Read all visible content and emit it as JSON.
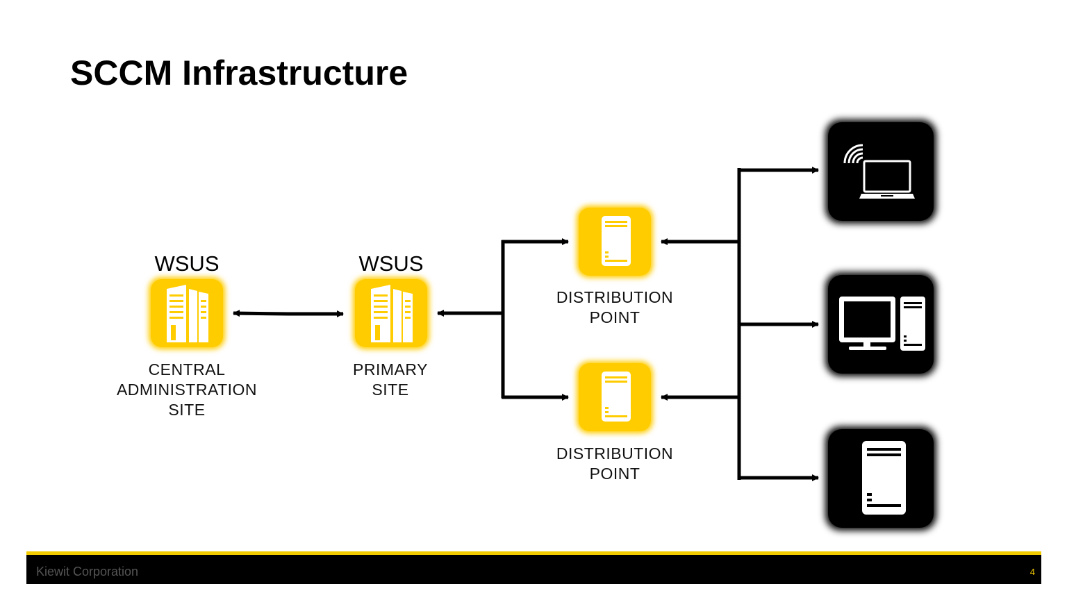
{
  "slide": {
    "title": "SCCM Infrastructure",
    "page_number": "4"
  },
  "footer": {
    "company": "Kiewit Corporation"
  },
  "nodes": {
    "cas": {
      "top_label": "WSUS",
      "label_lines": [
        "CENTRAL",
        "ADMINISTRATION",
        "SITE"
      ],
      "icon": "server-rack-icon"
    },
    "primary": {
      "top_label": "WSUS",
      "label_lines": [
        "PRIMARY",
        "SITE"
      ],
      "icon": "server-rack-icon"
    },
    "dp1": {
      "label_lines": [
        "DISTRIBUTION",
        "POINT"
      ],
      "icon": "server-tower-icon"
    },
    "dp2": {
      "label_lines": [
        "DISTRIBUTION",
        "POINT"
      ],
      "icon": "server-tower-icon"
    },
    "clients": [
      {
        "icon": "wireless-laptop-icon"
      },
      {
        "icon": "desktop-computer-icon"
      },
      {
        "icon": "server-tower-icon"
      }
    ]
  },
  "colors": {
    "accent_yellow": "#ffcc00",
    "client_tile": "#000000",
    "arrow": "#000000",
    "footer_bar": "#000000",
    "footer_rule": "#f2cb00"
  }
}
